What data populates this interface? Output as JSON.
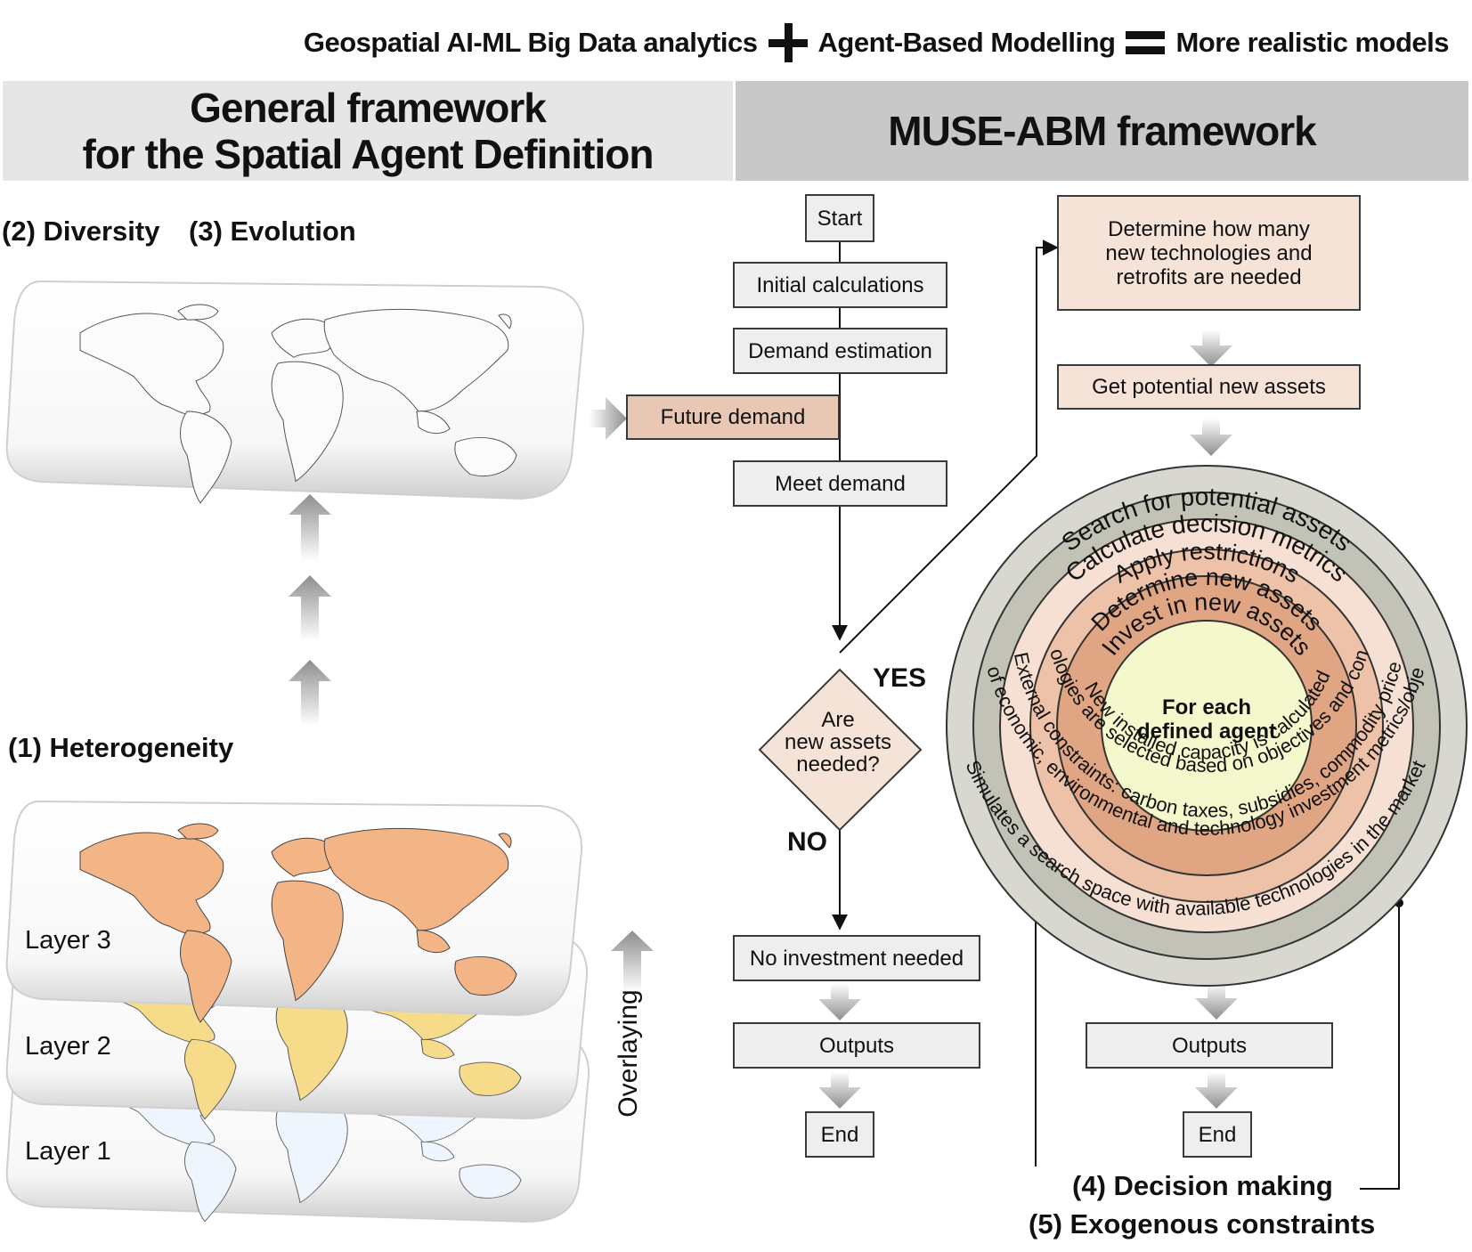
{
  "equation": {
    "term1": "Geospatial AI-ML Big Data analytics",
    "term2": "Agent-Based Modelling",
    "result": "More realistic models"
  },
  "headers": {
    "left_line1": "General framework",
    "left_line2": "for the Spatial Agent Definition",
    "right": "MUSE-ABM framework"
  },
  "left_panel": {
    "diversity": "(2) Diversity",
    "evolution": "(3) Evolution",
    "heterogeneity": "(1) Heterogeneity",
    "layer3": "Layer 3",
    "layer2": "Layer 2",
    "layer1": "Layer 1",
    "overlaying": "Overlaying"
  },
  "flowchart": {
    "start": "Start",
    "initial_calculations": "Initial calculations",
    "demand_estimation": "Demand estimation",
    "future_demand": "Future demand",
    "meet_demand": "Meet demand",
    "decision_lines": [
      "Are",
      "new assets",
      "needed?"
    ],
    "yes": "YES",
    "no": "NO",
    "no_investment": "No investment needed",
    "outputs_left": "Outputs",
    "end_left": "End",
    "determine_lines": [
      "Determine  how many",
      "new technologies and",
      "retrofits are needed"
    ],
    "get_potential": "Get potential new assets",
    "outputs_right": "Outputs",
    "end_right": "End"
  },
  "rings": {
    "ring1": "Search for potential assets",
    "ring2": "Calculate decision metrics",
    "ring3": "Apply restrictions",
    "ring4": "Determine new assets",
    "ring5": "Invest in new assets",
    "inner1": "A set of economic, environmental and technology investment metrics/objectives",
    "inner2": "External constraints: carbon taxes, subsidies, commodity prices",
    "inner3": "Technologies are selected based on objectives and contraints",
    "inner4": "New installed capacity is calculated",
    "outer_bottom": "Simulates a search space with available technologies in the market",
    "center_line1": "For each",
    "center_line2": "defined agent"
  },
  "bottom_labels": {
    "decision": "(4) Decision making",
    "exogenous": "(5) Exogenous constraints"
  },
  "colors": {
    "header_left": "#e6e6e6",
    "header_right": "#c8c8c8",
    "box_grey": "#eeeeee",
    "box_salmon": "#e8c8b4",
    "box_peach": "#f6e3d7",
    "ring_outer": "#d8d8d0",
    "ring_mid": "#c2c2b6",
    "ring_light": "#f6e0d4",
    "ring_salmon": "#eec2a8",
    "ring_dark": "#e0a583",
    "center": "#f5f8cc",
    "layer3_fill": "#ef9a55",
    "layer2_fill": "#f2cd55",
    "layer1_fill": "#9cc4e6",
    "map_line": "#444444"
  }
}
